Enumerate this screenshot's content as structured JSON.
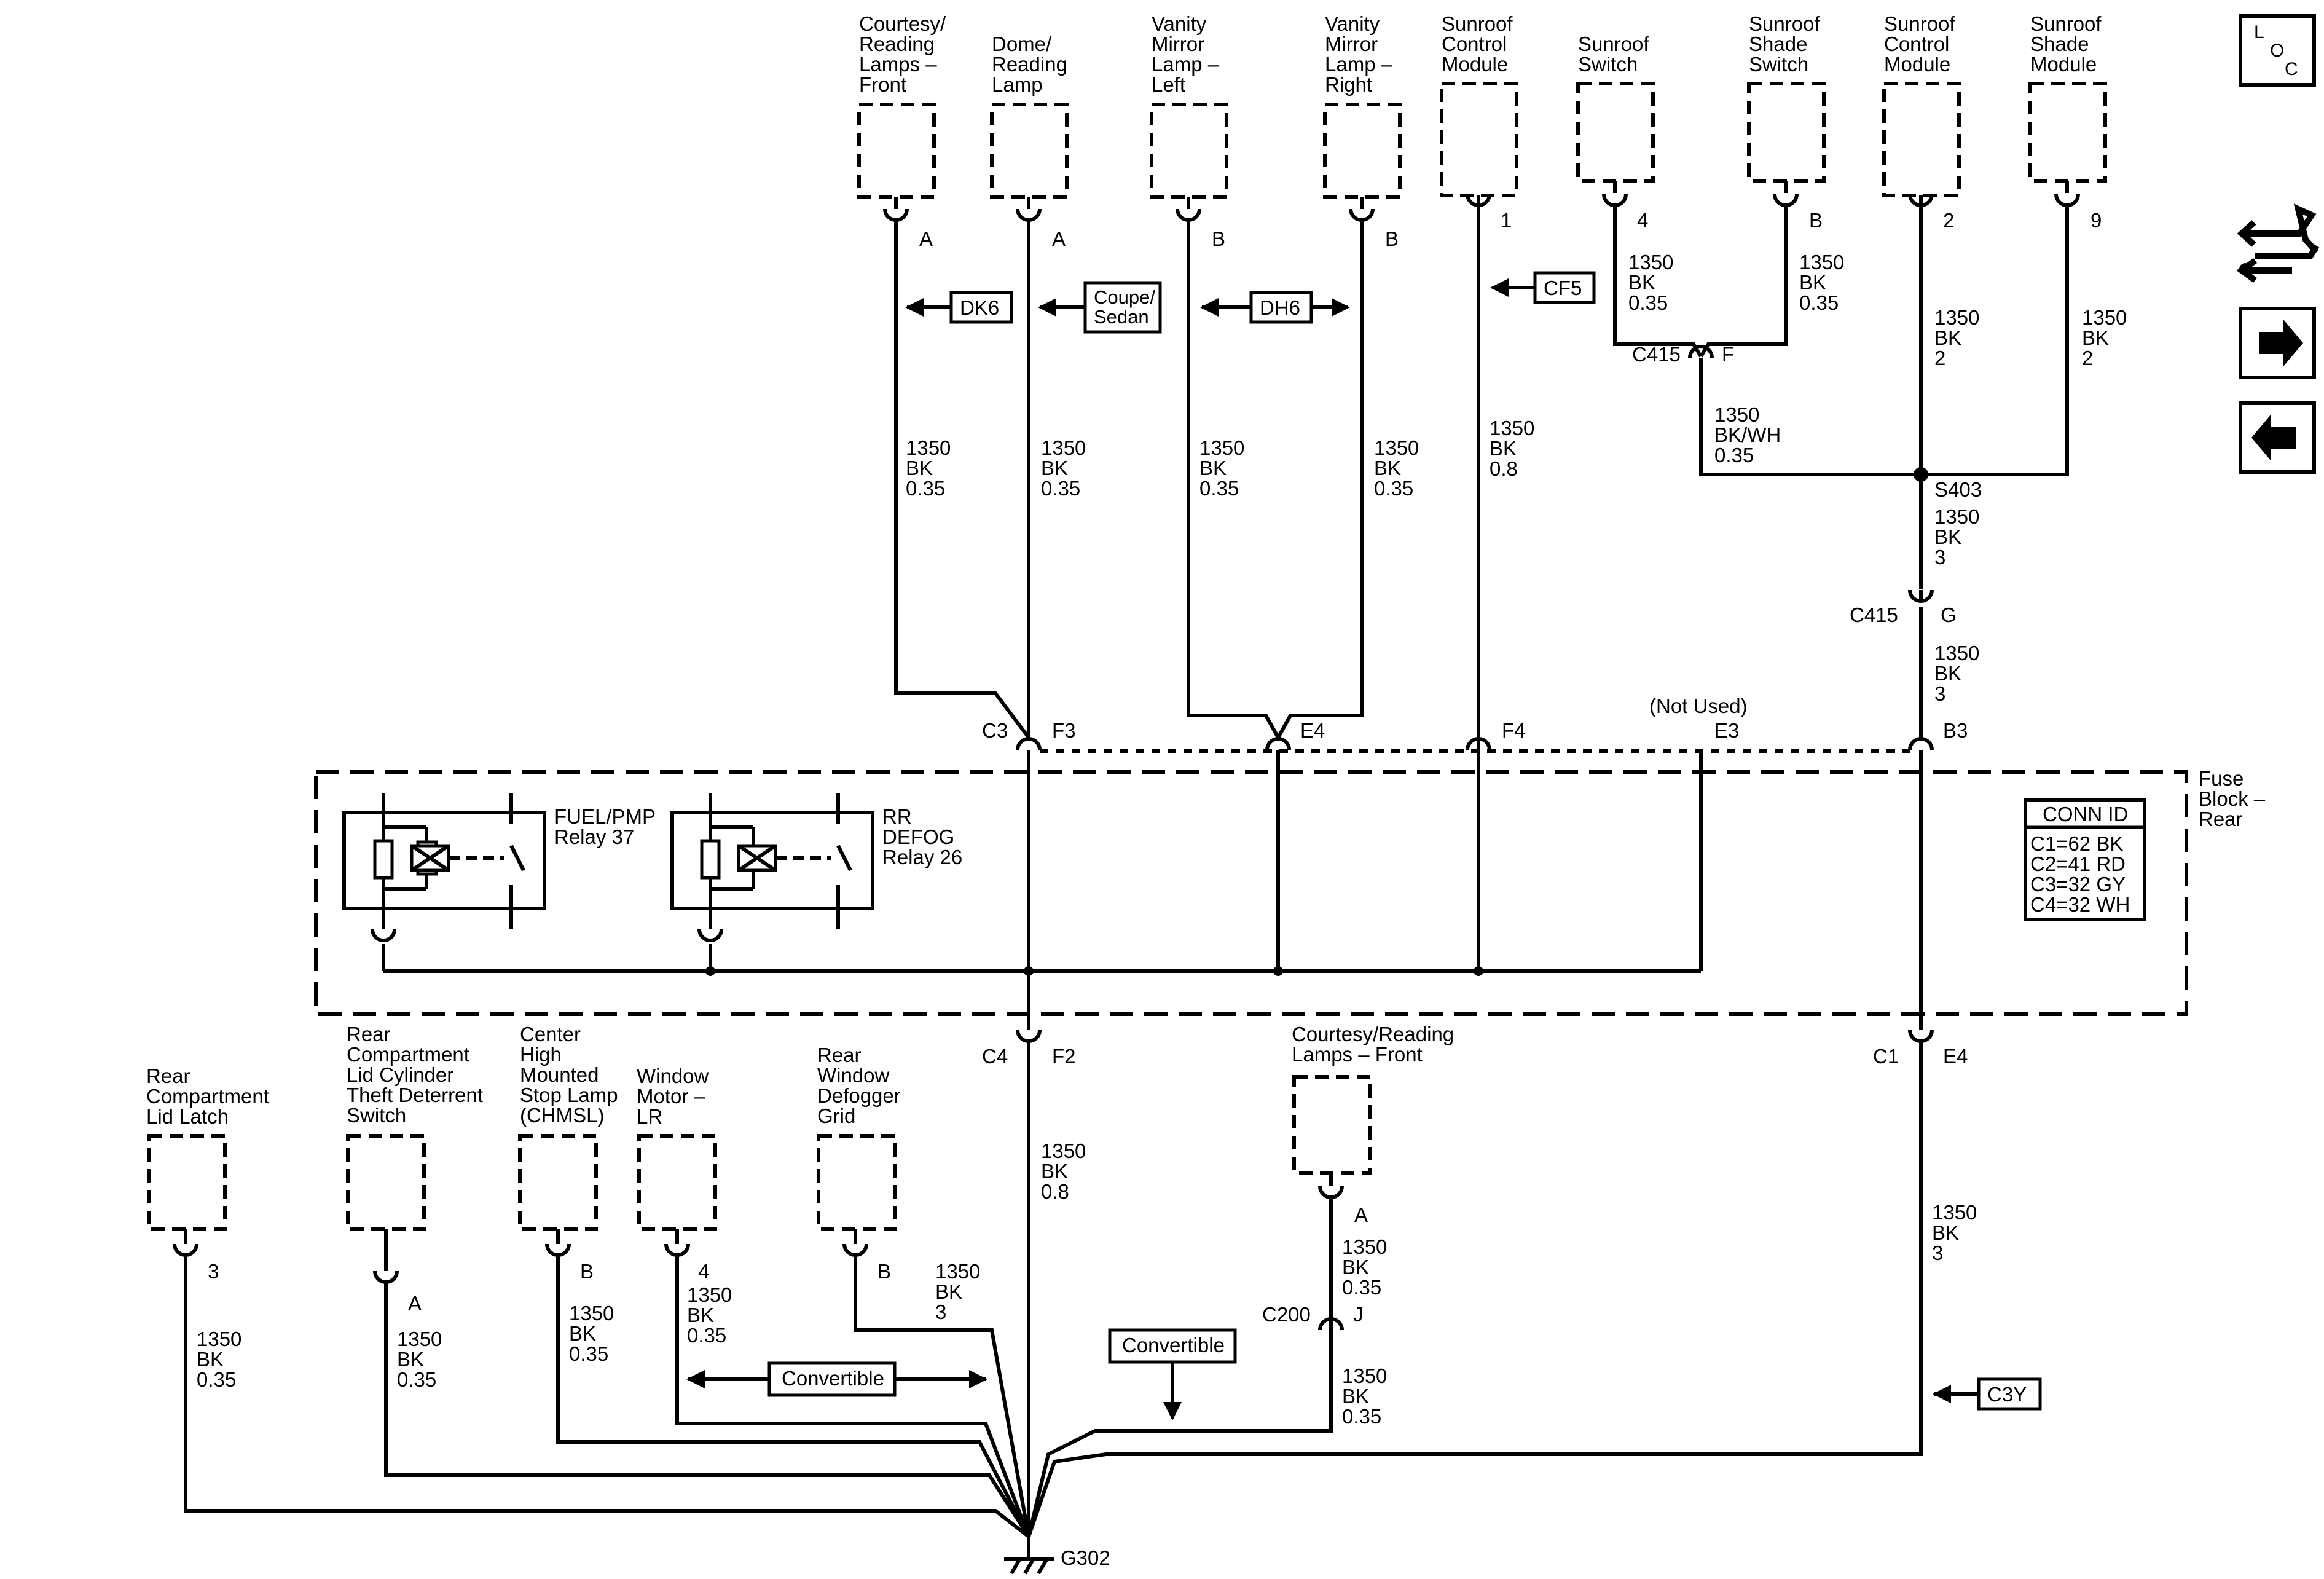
{
  "components_top": [
    {
      "id": "ct1",
      "lines": [
        "Courtesy/",
        "Reading",
        "Lamps –",
        "Front"
      ],
      "pin": "A",
      "wire": [
        "1350",
        "BK",
        "0.35"
      ]
    },
    {
      "id": "ct2",
      "lines": [
        "Dome/",
        "Reading",
        "Lamp"
      ],
      "pin": "A",
      "wire": [
        "1350",
        "BK",
        "0.35"
      ]
    },
    {
      "id": "ct3",
      "lines": [
        "Vanity",
        "Mirror",
        "Lamp –",
        "Left"
      ],
      "pin": "B",
      "wire": [
        "1350",
        "BK",
        "0.35"
      ]
    },
    {
      "id": "ct4",
      "lines": [
        "Vanity",
        "Mirror",
        "Lamp –",
        "Right"
      ],
      "pin": "B",
      "wire": [
        "1350",
        "BK",
        "0.35"
      ]
    },
    {
      "id": "ct5",
      "lines": [
        "Sunroof",
        "Control",
        "Module"
      ],
      "pin": "1",
      "wire": [
        "1350",
        "BK",
        "0.8"
      ]
    },
    {
      "id": "ct6",
      "lines": [
        "Sunroof",
        "Switch"
      ],
      "pin": "4",
      "wire": [
        "1350",
        "BK",
        "0.35"
      ]
    },
    {
      "id": "ct7",
      "lines": [
        "Sunroof",
        "Shade",
        "Switch"
      ],
      "pin": "B",
      "wire": [
        "1350",
        "BK",
        "0.35"
      ]
    },
    {
      "id": "ct8",
      "lines": [
        "Sunroof",
        "Control",
        "Module"
      ],
      "pin": "2",
      "wire": [
        "1350",
        "BK",
        "2"
      ]
    },
    {
      "id": "ct9",
      "lines": [
        "Sunroof",
        "Shade",
        "Module"
      ],
      "pin": "9",
      "wire": [
        "1350",
        "BK",
        "2"
      ]
    }
  ],
  "components_bottom": [
    {
      "id": "cb1",
      "lines": [
        "Rear",
        "Compartment",
        "Lid Latch"
      ],
      "pin": "3",
      "wire": [
        "1350",
        "BK",
        "0.35"
      ]
    },
    {
      "id": "cb2",
      "lines": [
        "Rear",
        "Compartment",
        "Lid Cylinder",
        "Theft Deterrent",
        "Switch"
      ],
      "pin": "A",
      "wire": [
        "1350",
        "BK",
        "0.35"
      ]
    },
    {
      "id": "cb3",
      "lines": [
        "Center",
        "High",
        "Mounted",
        "Stop Lamp",
        "(CHMSL)"
      ],
      "pin": "B",
      "wire": [
        "1350",
        "BK",
        "0.35"
      ]
    },
    {
      "id": "cb4",
      "lines": [
        "Window",
        "Motor –",
        "LR"
      ],
      "pin": "4",
      "wire": [
        "1350",
        "BK",
        "0.35"
      ]
    },
    {
      "id": "cb5",
      "lines": [
        "Rear",
        "Window",
        "Defogger",
        "Grid"
      ],
      "pin": "B",
      "wire": [
        "1350",
        "BK",
        "3"
      ]
    },
    {
      "id": "cb6",
      "lines": [
        "Courtesy/Reading",
        "Lamps – Front"
      ],
      "pin": "A",
      "wire": [
        "1350",
        "BK",
        "0.35"
      ]
    }
  ],
  "connectors": {
    "c415_f": {
      "name": "C415",
      "pin": "F"
    },
    "c415_g": {
      "name": "C415",
      "pin": "G"
    },
    "s403": "S403",
    "c3_f3": {
      "name": "C3",
      "pin": "F3"
    },
    "e4_top": "E4",
    "f4": "F4",
    "e3": "E3",
    "not_used": "(Not Used)",
    "b3": "B3",
    "c4_f2": {
      "name": "C4",
      "pin": "F2"
    },
    "c1_e4": {
      "name": "C1",
      "pin": "E4"
    },
    "c200_j": {
      "name": "C200",
      "pin": "J"
    },
    "ground": "G302"
  },
  "wires": {
    "c415_out": [
      "1350",
      "BK/WH",
      "0.35"
    ],
    "s403_out": [
      "1350",
      "BK",
      "3"
    ],
    "c415g_out": [
      "1350",
      "BK",
      "3"
    ],
    "c4_out": [
      "1350",
      "BK",
      "0.8"
    ],
    "c1_out": [
      "1350",
      "BK",
      "3"
    ],
    "c200_out": [
      "1350",
      "BK",
      "0.35"
    ]
  },
  "refs": {
    "dk6": "DK6",
    "coupe_sedan": [
      "Coupe/",
      "Sedan"
    ],
    "dh6": "DH6",
    "cf5": "CF5",
    "c3y": "C3Y",
    "convertible_1": "Convertible",
    "convertible_2": "Convertible"
  },
  "fuse_block": {
    "label": [
      "Fuse",
      "Block –",
      "Rear"
    ],
    "relay1": [
      "FUEL/PMP",
      "Relay 37"
    ],
    "relay2": [
      "RR",
      "DEFOG",
      "Relay 26"
    ],
    "conn_id": {
      "title": "CONN ID",
      "rows": [
        "C1=62 BK",
        "C2=41 RD",
        "C3=32 GY",
        "C4=32 WH"
      ]
    }
  },
  "nav": {
    "loc": [
      "L",
      "O",
      "C"
    ],
    "icons": [
      "connector-wiring-icon",
      "right-arrow-icon",
      "left-arrow-icon"
    ]
  }
}
